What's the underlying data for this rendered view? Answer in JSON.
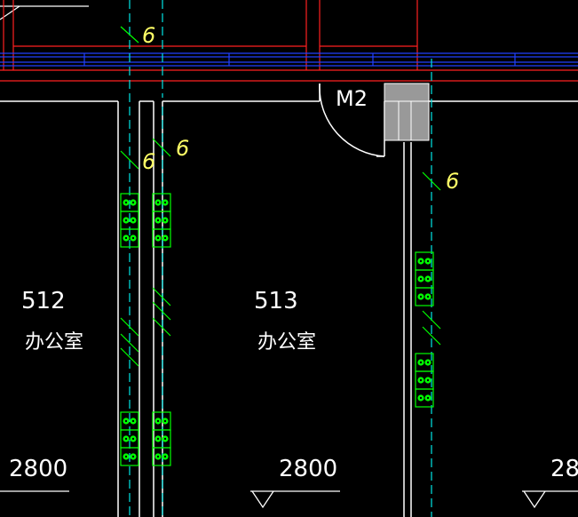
{
  "rooms": [
    {
      "number": "512",
      "name": "办公室"
    },
    {
      "number": "513",
      "name": "办公室"
    }
  ],
  "door": {
    "label": "M2"
  },
  "conduit_labels": [
    "6",
    "6",
    "6",
    "6"
  ],
  "elevations": [
    "2800",
    "2800",
    "28"
  ],
  "colors": {
    "background": "#000000",
    "wall": "#ffffff",
    "red_line": "#ff2020",
    "blue_line": "#2040ff",
    "cyan_dash": "#00e5e5",
    "green": "#00ff00",
    "yellow_text": "#ffff66",
    "gray_fill": "#999999"
  }
}
